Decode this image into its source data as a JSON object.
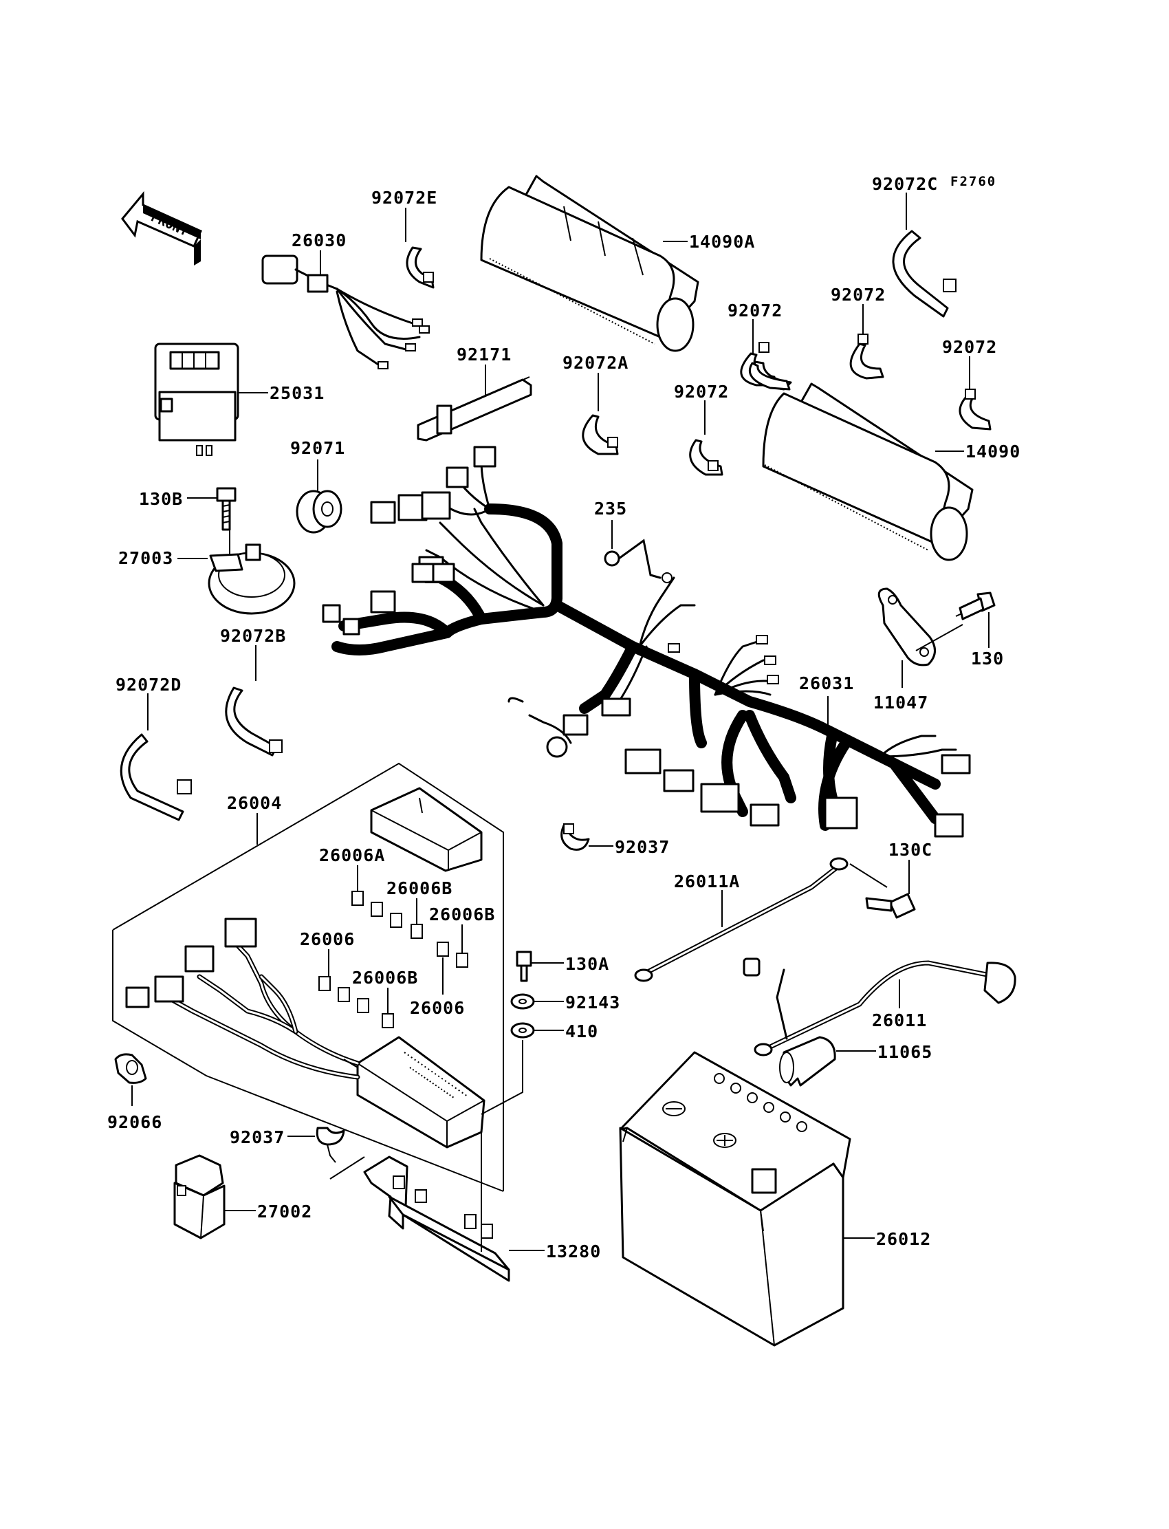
{
  "figure_code": "F2760",
  "front_label": "FRONT",
  "parts": {
    "p14090A": "14090A",
    "p14090": "14090",
    "p92072E": "92072E",
    "p92072C": "92072C",
    "p26030": "26030",
    "p92171": "92171",
    "p92072A": "92072A",
    "p92072_1": "92072",
    "p92072_2": "92072",
    "p92072_3": "92072",
    "p92072_4": "92072",
    "p25031": "25031",
    "p92071": "92071",
    "p130B": "130B",
    "p27003": "27003",
    "p235": "235",
    "p130": "130",
    "p11047": "11047",
    "p92072B": "92072B",
    "p92072D": "92072D",
    "p26031": "26031",
    "p26004": "26004",
    "p26006A": "26006A",
    "p26006B_1": "26006B",
    "p26006B_2": "26006B",
    "p26006B_3": "26006B",
    "p26006_1": "26006",
    "p26006_2": "26006",
    "p92037_1": "92037",
    "p92037_2": "92037",
    "p130C": "130C",
    "p26011A": "26011A",
    "p130A": "130A",
    "p92143": "92143",
    "p410": "410",
    "p26011": "26011",
    "p11065": "11065",
    "p92066": "92066",
    "p27002": "27002",
    "p13280": "13280",
    "p26012": "26012"
  }
}
